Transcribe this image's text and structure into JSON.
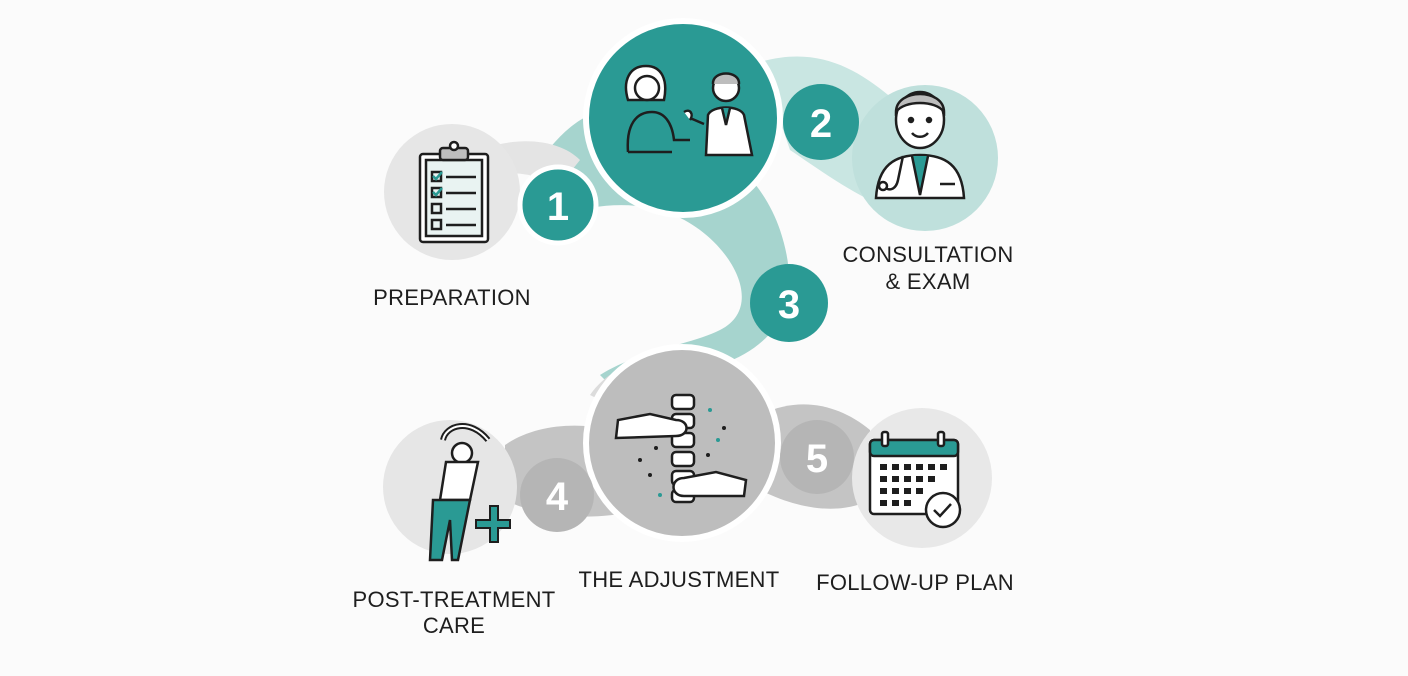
{
  "colors": {
    "teal": "#2a9a94",
    "teal_light": "#b6ddd9",
    "teal_ribbon": "#9ccfc9",
    "gray": "#bdbdbd",
    "gray_light": "#e8e8e8",
    "ink": "#1e1e1e"
  },
  "steps": [
    {
      "number": "1",
      "label_lines": [
        "PREPARATION"
      ],
      "icon": "clipboard-checklist-icon"
    },
    {
      "number": "2",
      "label_lines": [
        "CONSULTATION",
        "& EXAM"
      ],
      "icon": "doctor-icon"
    },
    {
      "number": "3",
      "label_lines": [
        ""
      ],
      "icon": "patient-doctor-consultation-icon"
    },
    {
      "number": "4",
      "label_lines": [
        "POST-TREATMENT",
        "CARE"
      ],
      "icon": "stretching-person-icon"
    },
    {
      "number": "5",
      "label_lines": [
        "FOLLOW-UP PLAN"
      ],
      "icon": "calendar-check-icon"
    }
  ],
  "center_label": "THE ADJUSTMENT",
  "center_icon": "spine-adjustment-icon"
}
